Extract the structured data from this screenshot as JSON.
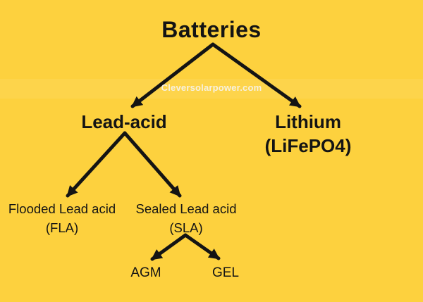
{
  "diagram": {
    "watermark": "Cleversolarpower.com",
    "nodes": {
      "root": {
        "label": "Batteries"
      },
      "lead_acid": {
        "label": "Lead-acid"
      },
      "lithium": {
        "line1": "Lithium",
        "line2": "(LiFePO4)"
      },
      "flooded": {
        "line1": "Flooded Lead acid",
        "line2": "(FLA)"
      },
      "sealed": {
        "line1": "Sealed Lead acid",
        "line2": "(SLA)"
      },
      "agm": {
        "label": "AGM"
      },
      "gel": {
        "label": "GEL"
      }
    },
    "edges": [
      "Batteries → Lead-acid",
      "Batteries → Lithium (LiFePO4)",
      "Lead-acid → Flooded Lead acid (FLA)",
      "Lead-acid → Sealed Lead acid (SLA)",
      "Sealed Lead acid (SLA) → AGM",
      "Sealed Lead acid (SLA) → GEL"
    ],
    "colors": {
      "background": "#FDD13E",
      "text": "#141414",
      "arrow": "#141414",
      "watermark_text": "#F7F1DF"
    }
  }
}
